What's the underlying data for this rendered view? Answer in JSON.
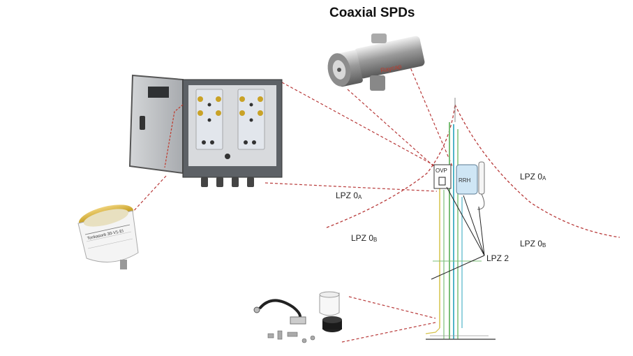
{
  "title": "Coaxial SPDs",
  "zones": {
    "lpz0a_left": {
      "main": "LPZ 0",
      "sub": "A"
    },
    "lpz0b_left": {
      "main": "LPZ 0",
      "sub": "B"
    },
    "lpz0a_right": {
      "main": "LPZ 0",
      "sub": "A"
    },
    "lpz0b_right": {
      "main": "LPZ 0",
      "sub": "B"
    },
    "lpz2": {
      "main": "LPZ 2"
    }
  },
  "tower_labels": {
    "ovp": "OVP",
    "rrh": "RRH"
  },
  "spd_cylinder_label": {
    "brand": "Tonkasorb 30-V1-EI"
  },
  "coax_spd_label": "Raycap",
  "colors": {
    "dashed_callout": "#b83a3a",
    "cabinet_body": "#5d6166",
    "cabinet_panel": "#d8dadd",
    "surge_blocks": "#e2e6ec",
    "gold_cap": "#c9a227",
    "rrh_box": "#cfe6f5",
    "tower_green": "#7bbf77",
    "tower_cyan": "#4fb5c7",
    "tower_yellow": "#d6c34a"
  }
}
